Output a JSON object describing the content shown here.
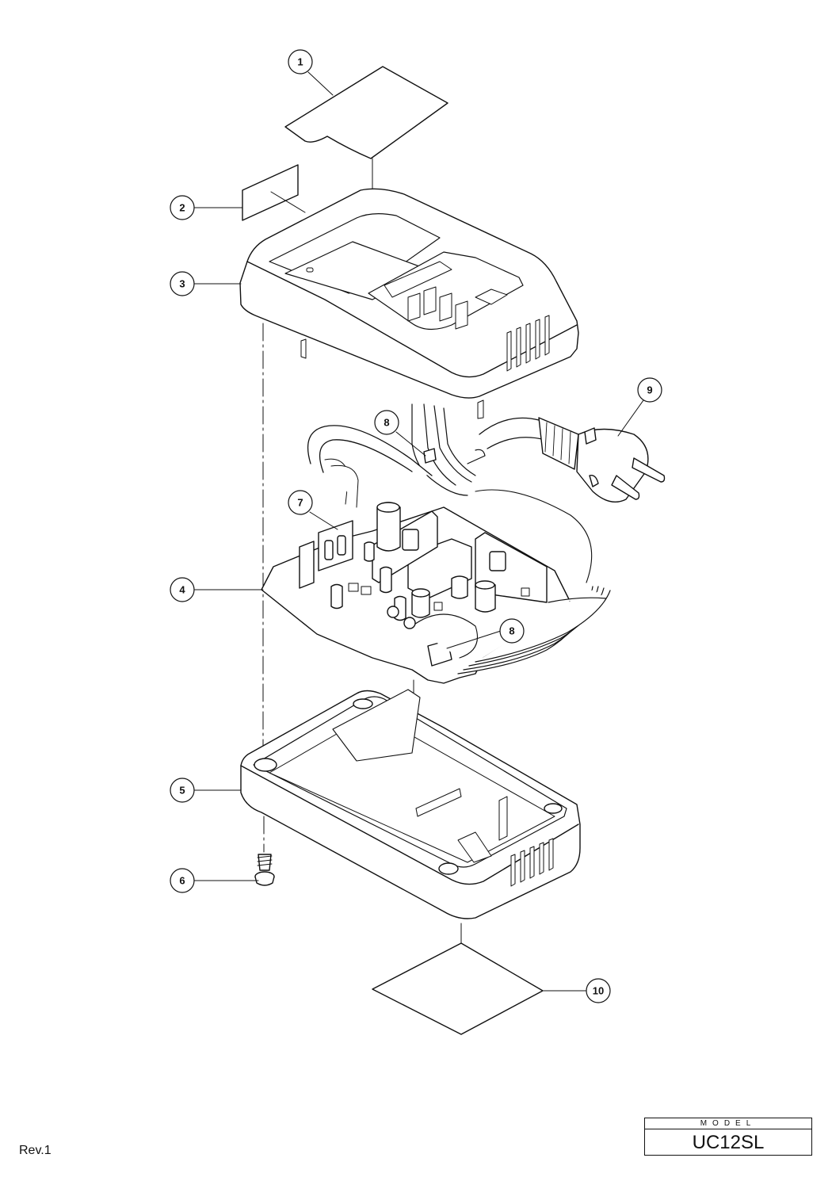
{
  "parts": [
    {
      "no": "1"
    },
    {
      "no": "2"
    },
    {
      "no": "3"
    },
    {
      "no": "4"
    },
    {
      "no": "5"
    },
    {
      "no": "6"
    },
    {
      "no": "7"
    },
    {
      "no": "8"
    },
    {
      "no": "8"
    },
    {
      "no": "9"
    },
    {
      "no": "10"
    }
  ],
  "footer": {
    "revision": "Rev.1",
    "model_caption": "MODEL",
    "model_name": "UC12SL"
  }
}
